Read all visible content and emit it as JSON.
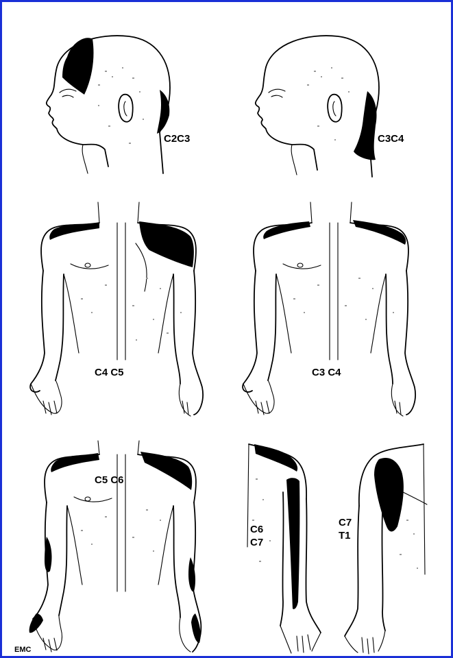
{
  "diagram": {
    "border_color": "#1a2fd6",
    "fill_color": "#000000",
    "panels": [
      {
        "id": "head-left",
        "label": "C2C3"
      },
      {
        "id": "head-right",
        "label": "C3C4"
      },
      {
        "id": "torso-left",
        "label": "C4 C5"
      },
      {
        "id": "torso-right",
        "label": "C3 C4"
      },
      {
        "id": "torso-lower-left",
        "label": "C5 C6"
      },
      {
        "id": "arm-lower-middle",
        "label_top": "C6",
        "label_bottom": "C7"
      },
      {
        "id": "arm-lower-right",
        "label_top": "C7",
        "label_bottom": "T1"
      }
    ],
    "corner_mark": "EMC"
  }
}
